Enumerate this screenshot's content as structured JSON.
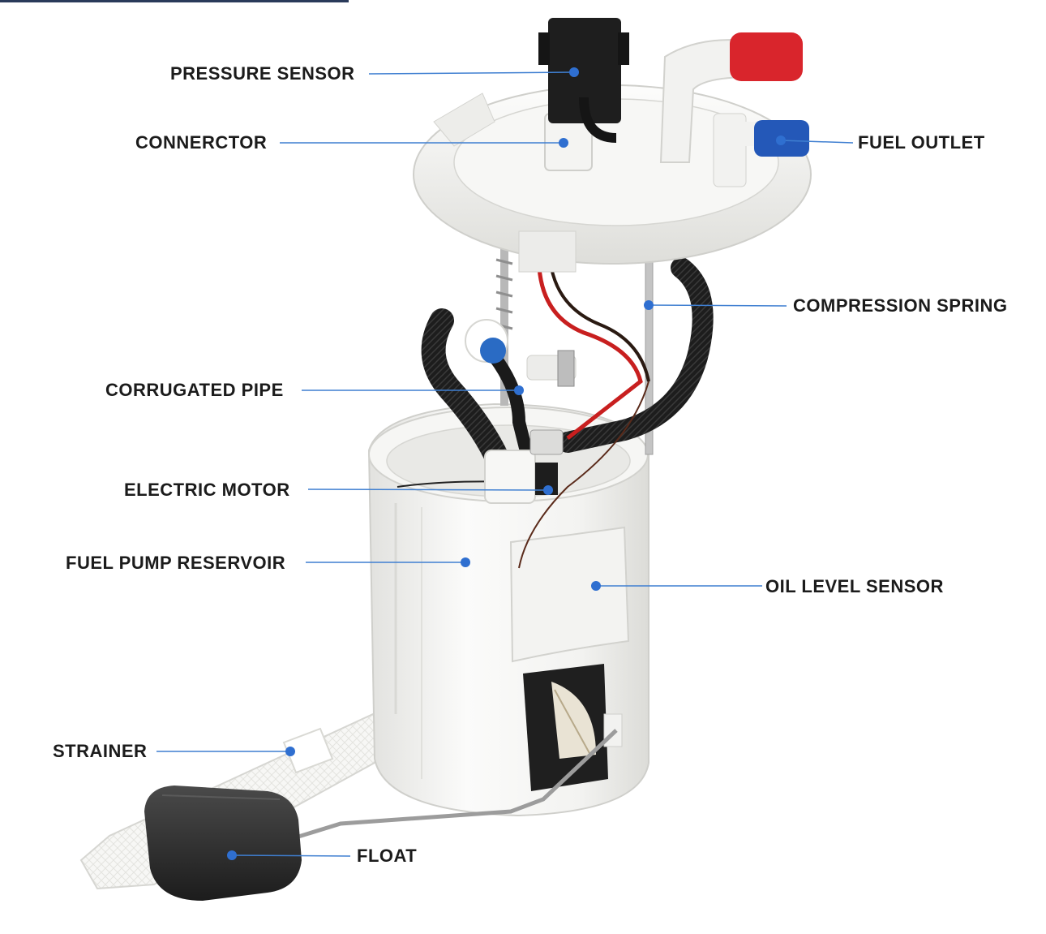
{
  "diagram": {
    "colors": {
      "leader": "#3f7fd1",
      "dot": "#2f6fd0",
      "label": "#1b1b1b",
      "plastic": "#f1f1ef",
      "plastic_shadow": "#d9d9d6",
      "red_cap": "#d9252c",
      "blue_cap": "#2458b8",
      "hose": "#1f1f1f",
      "float": "#2a2a2a"
    },
    "labels": {
      "pressure_sensor": "PRESSURE SENSOR",
      "connector": "CONNERCTOR",
      "fuel_outlet": "FUEL OUTLET",
      "compression_spring": "COMPRESSION SPRING",
      "corrugated_pipe": "CORRUGATED PIPE",
      "electric_motor": "ELECTRIC MOTOR",
      "fuel_pump_reservoir": "FUEL PUMP RESERVOIR",
      "oil_level_sensor": "OIL LEVEL SENSOR",
      "strainer": "STRAINER",
      "float": "FLOAT"
    }
  }
}
